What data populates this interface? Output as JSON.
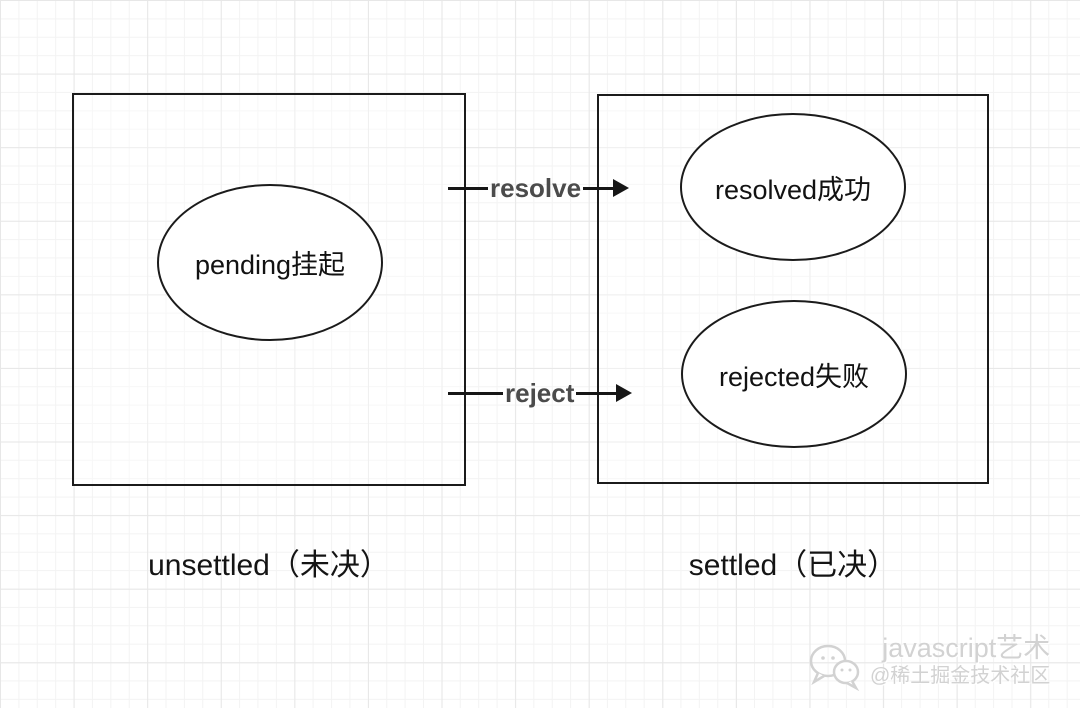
{
  "diagram": {
    "unsettled_group": {
      "caption": "unsettled（未决）",
      "node": {
        "label": "pending挂起"
      }
    },
    "settled_group": {
      "caption": "settled（已决）",
      "nodes": [
        {
          "label": "resolved成功"
        },
        {
          "label": "rejected失败"
        }
      ]
    },
    "transitions": [
      {
        "label": "resolve"
      },
      {
        "label": "reject"
      }
    ]
  },
  "watermark": {
    "icon": "wechat-icon",
    "title": "javascript艺术",
    "subtitle": "@稀土掘金技术社区"
  },
  "colors": {
    "stroke": "#1b1b1b",
    "transition_label": "#4b4b4b",
    "node_fill": "#ffffff",
    "grid_minor": "#f3f3f3",
    "grid_major": "#e7e7e7",
    "watermark": "#d2d2d2"
  }
}
